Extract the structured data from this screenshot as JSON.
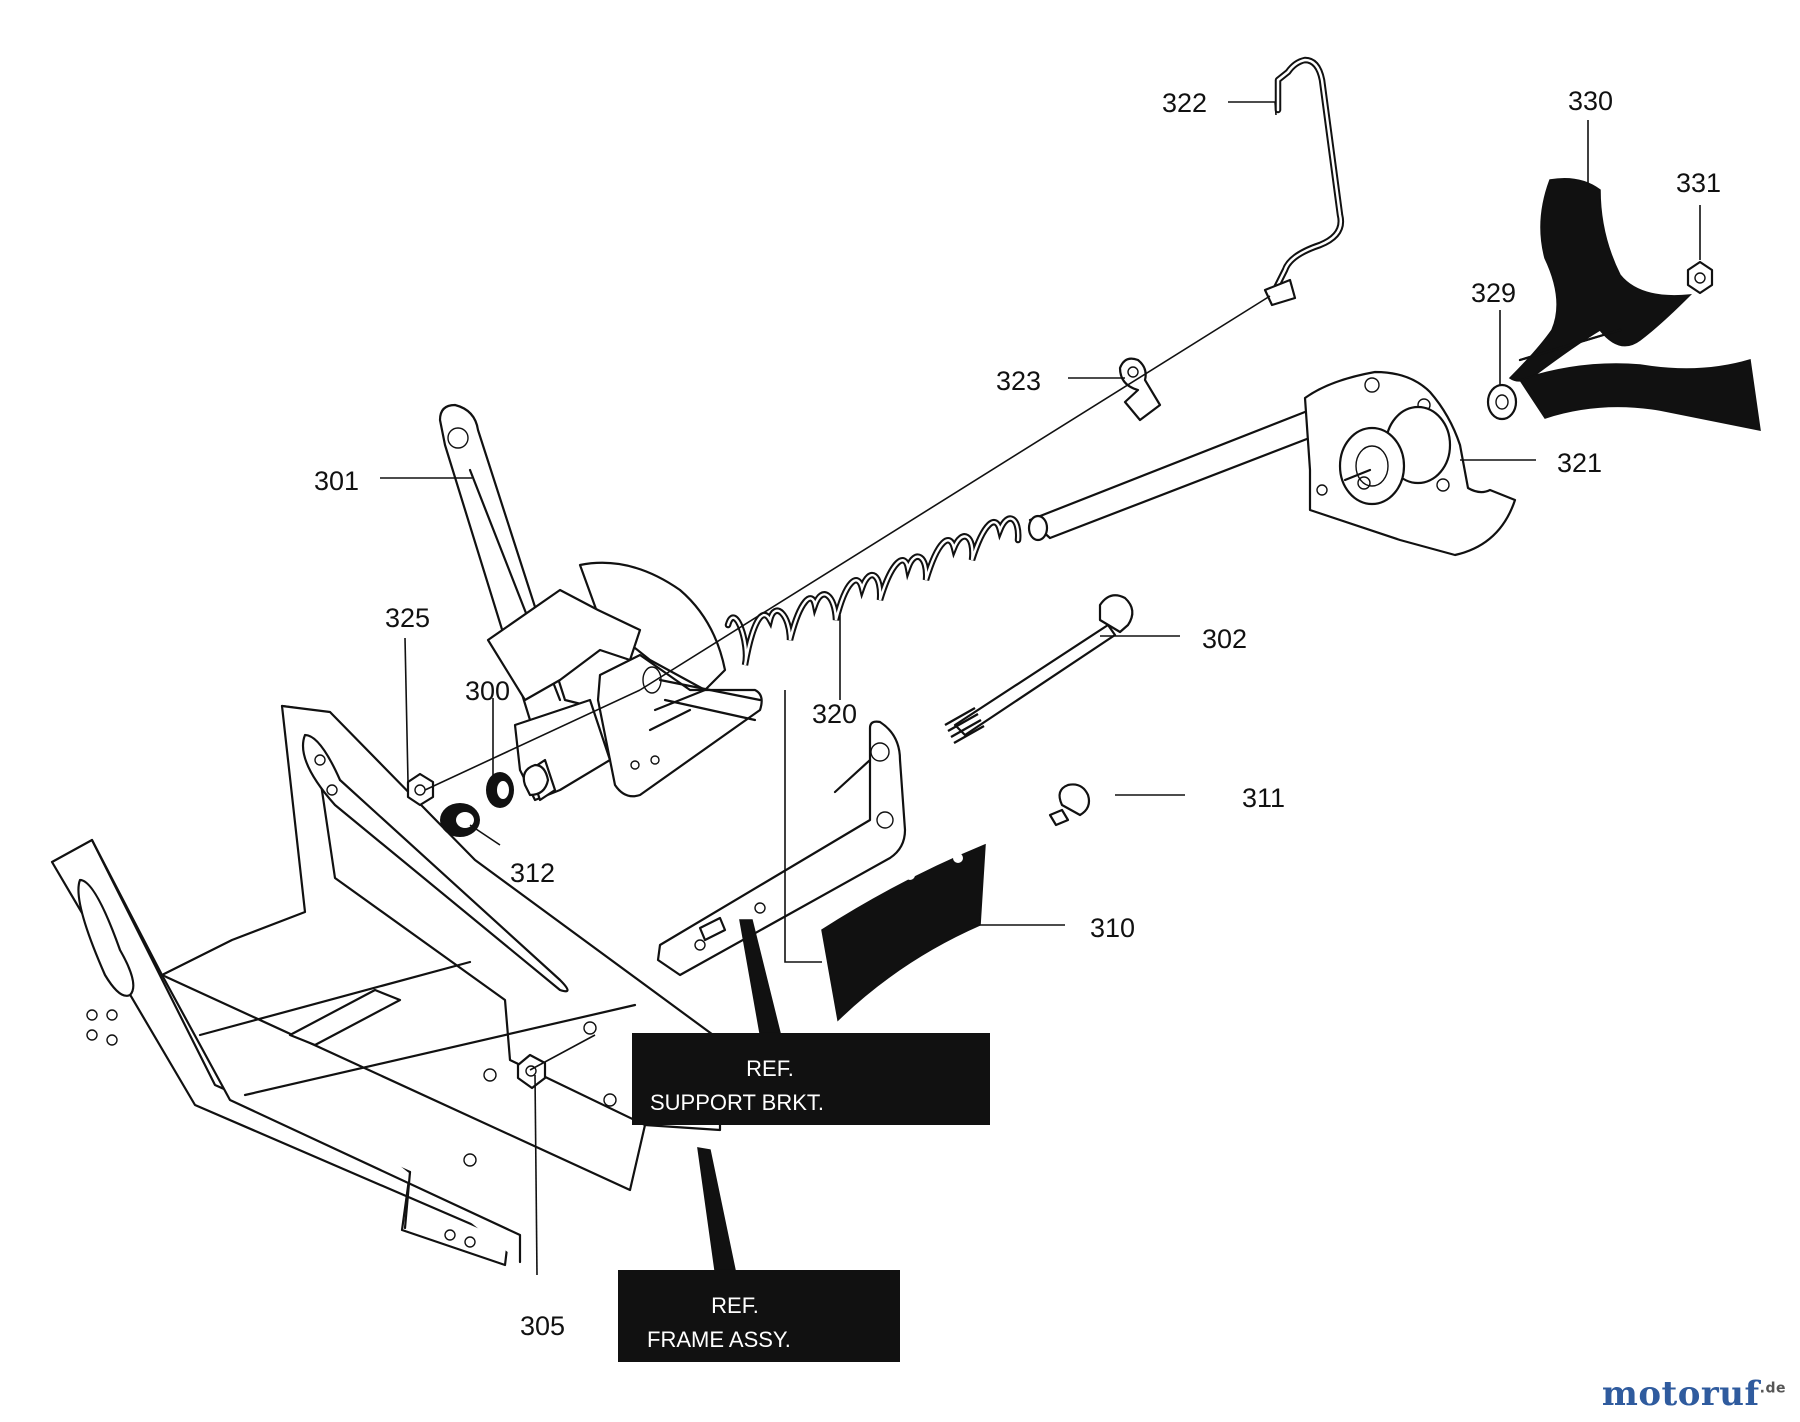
{
  "labels": {
    "p300": "300",
    "p301": "301",
    "p302": "302",
    "p305": "305",
    "p310": "310",
    "p311": "311",
    "p312": "312",
    "p320": "320",
    "p321": "321",
    "p322": "322",
    "p323": "323",
    "p325": "325",
    "p329": "329",
    "p330": "330",
    "p331": "331"
  },
  "refs": {
    "support": {
      "line1": "REF.",
      "line2": "SUPPORT BRKT."
    },
    "frame": {
      "line1": "REF.",
      "line2": "FRAME ASSY."
    }
  },
  "watermark": {
    "name": "motoruf",
    "suffix": ".de"
  },
  "colors": {
    "ink": "#111111",
    "paper": "#ffffff"
  }
}
